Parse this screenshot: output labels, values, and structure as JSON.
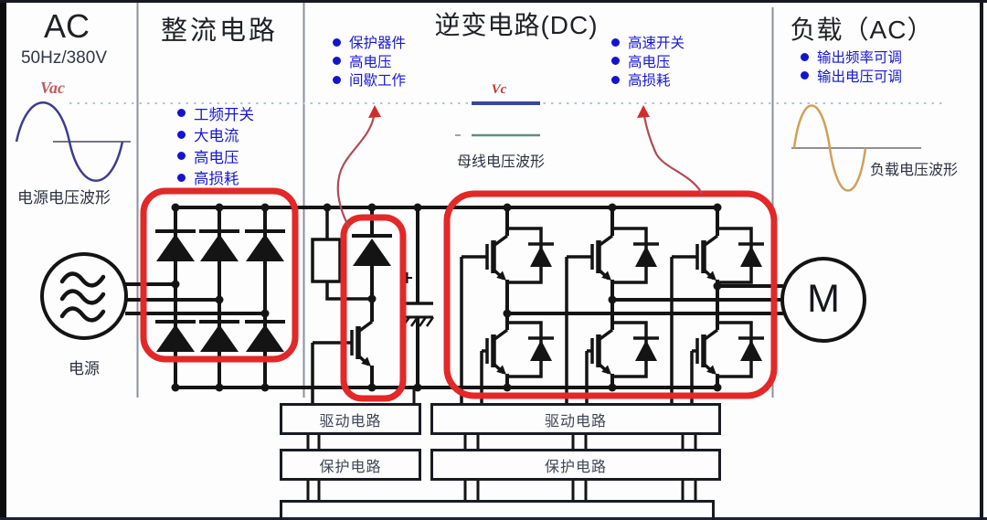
{
  "sections": {
    "ac": {
      "title": "AC",
      "subtitle": "50Hz/380V",
      "wave_label": "Vac",
      "caption": "电源电压波形"
    },
    "rectifier": {
      "title": "整流电路",
      "bullets": [
        "工频开关",
        "大电流",
        "高电压",
        "高损耗"
      ]
    },
    "inverter": {
      "title": "逆变电路(DC)",
      "left_bullets": [
        "保护器件",
        "高电压",
        "间歇工作"
      ],
      "right_bullets": [
        "高速开关",
        "高电压",
        "高损耗"
      ],
      "bus_label": "Vc",
      "bus_caption": "母线电压波形"
    },
    "load": {
      "title": "负载（AC）",
      "bullets": [
        "输出频率可调",
        "输出电压可调"
      ],
      "caption": "负载电压波形"
    }
  },
  "circuit": {
    "source_label": "电源",
    "motor_label": "M",
    "boxes": {
      "drive_left": "驱动电路",
      "protect_left": "保护电路",
      "drive_right": "驱动电路",
      "protect_right": "保护电路"
    }
  },
  "colors": {
    "highlight_red": "#e22828",
    "arrow_red": "#b24a58",
    "bullet_blue": "#1414cf",
    "source_sine_navy": "#3c3c90",
    "load_sine_orange": "#d0a058",
    "bus_line_blue": "#37479e",
    "bus_line_green": "#5f8f79",
    "vac_label_red": "#c05a60",
    "circuit_black": "#141414",
    "dashed_reference": "#aac8da"
  }
}
